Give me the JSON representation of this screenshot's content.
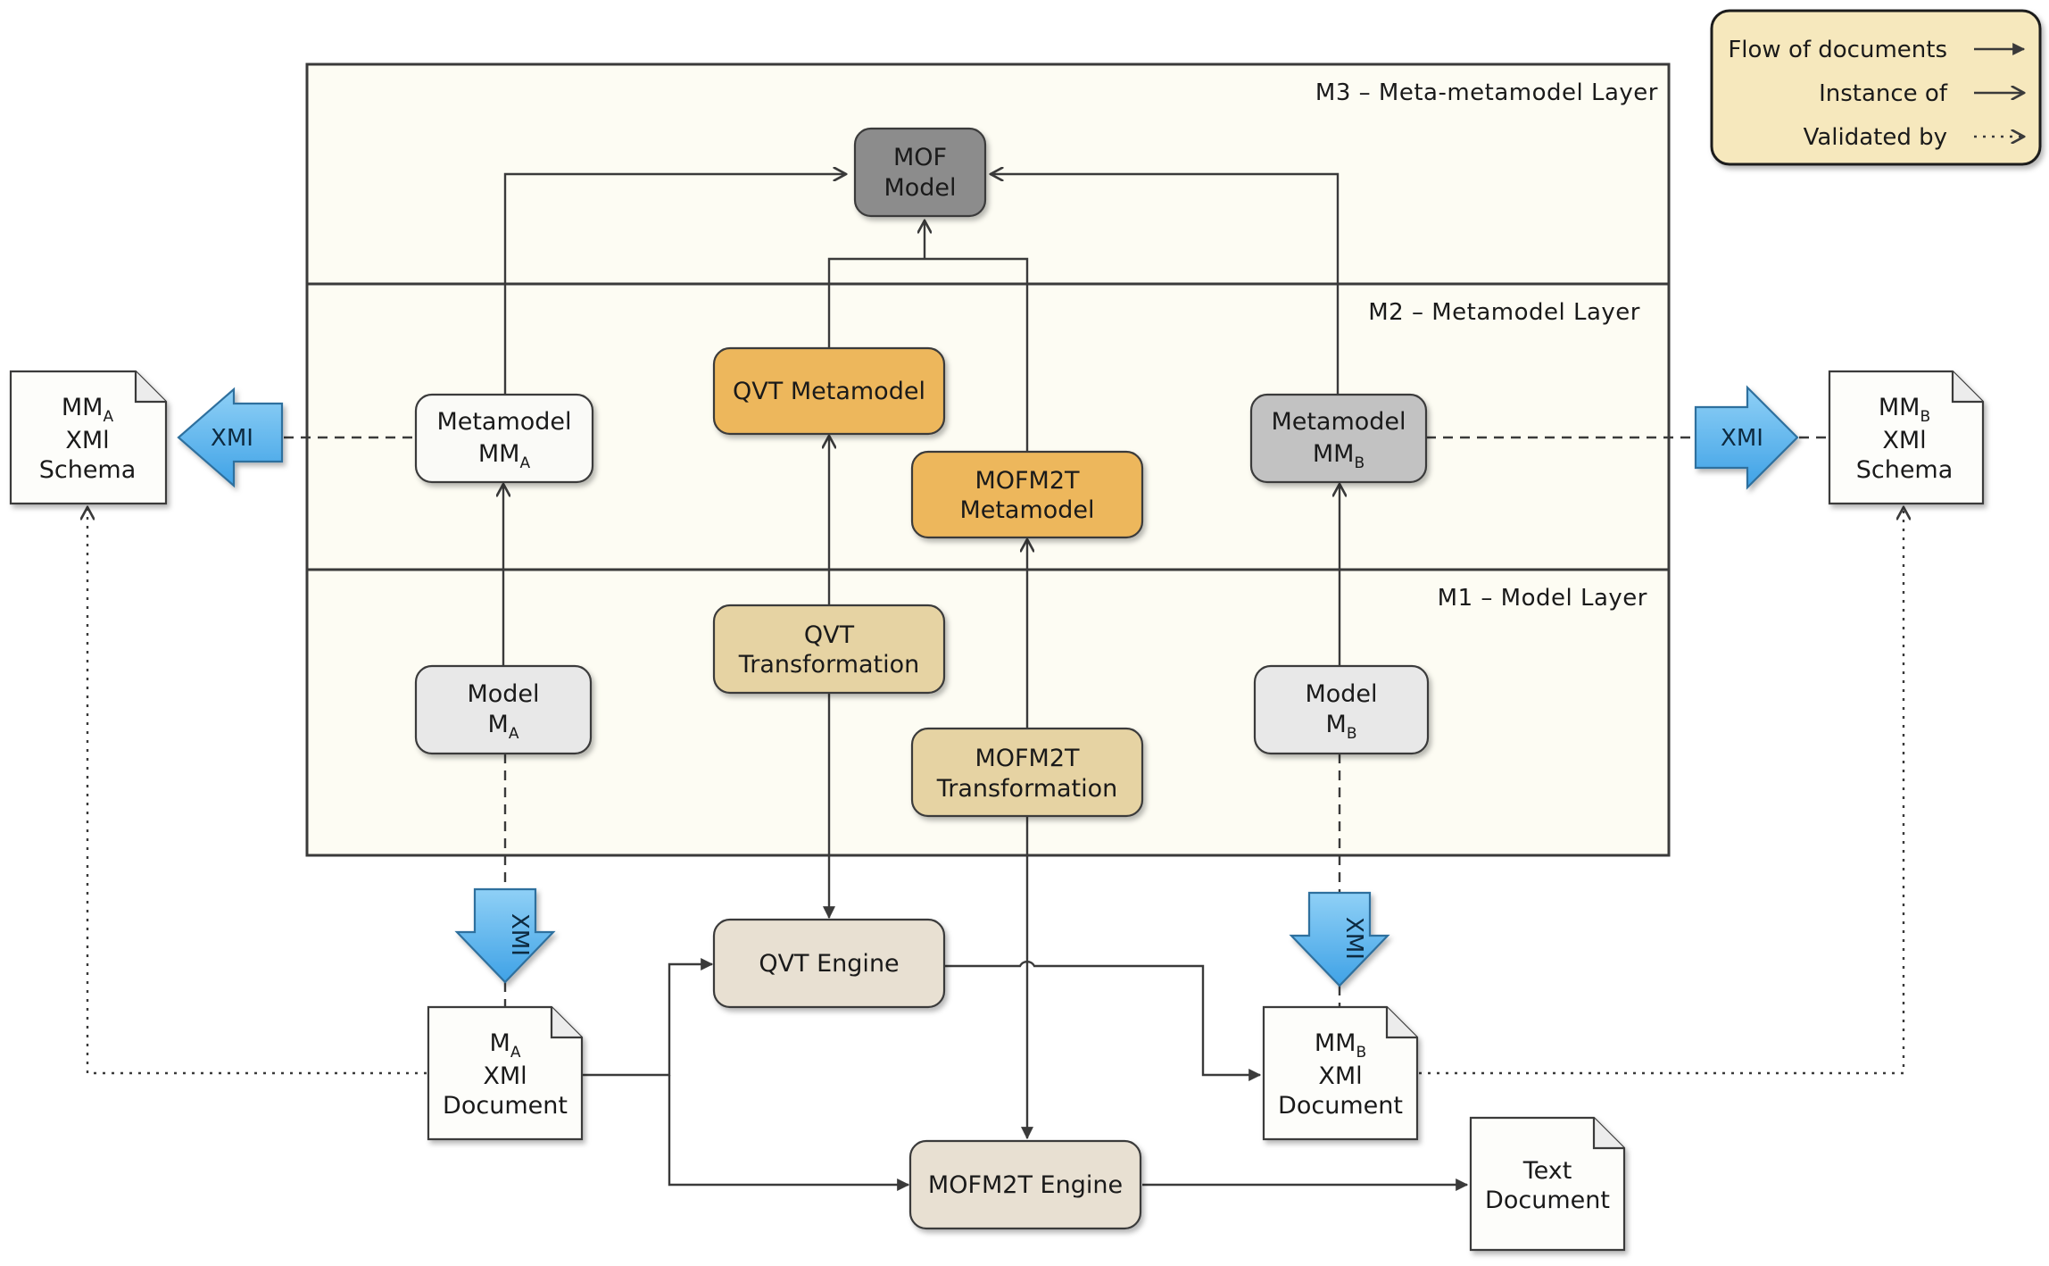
{
  "legend": {
    "flow": "Flow of documents",
    "instance": "Instance of",
    "validated": "Validated by"
  },
  "layers": {
    "m3": "M3 – Meta-metamodel Layer",
    "m2": "M2 – Metamodel Layer",
    "m1": "M1 – Model Layer"
  },
  "nodes": {
    "mof": [
      "MOF",
      "Model"
    ],
    "qvt_metamodel": "QVT Metamodel",
    "mofm2t_metamodel": [
      "MOFM2T",
      "Metamodel"
    ],
    "metamodel_a": {
      "line1": "Metamodel",
      "line2": "MM",
      "sub": "A"
    },
    "metamodel_b": {
      "line1": "Metamodel",
      "line2": "MM",
      "sub": "B"
    },
    "model_a": {
      "line1": "Model",
      "line2": "M",
      "sub": "A"
    },
    "model_b": {
      "line1": "Model",
      "line2": "M",
      "sub": "B"
    },
    "qvt_transformation": [
      "QVT",
      "Transformation"
    ],
    "mofm2t_transformation": [
      "MOFM2T",
      "Transformation"
    ],
    "qvt_engine": "QVT Engine",
    "mofm2t_engine": "MOFM2T Engine"
  },
  "documents": {
    "mma_schema": {
      "line1": "MM",
      "sub": "A",
      "line2": "XMl",
      "line3": "Schema"
    },
    "mmb_schema": {
      "line1": "MM",
      "sub": "B",
      "line2": "XMl",
      "line3": "Schema"
    },
    "ma_document": {
      "line1": "M",
      "sub": "A",
      "line2": "XMl",
      "line3": "Document"
    },
    "mmb_document": {
      "line1": "MM",
      "sub": "B",
      "line2": "XMl",
      "line3": "Document"
    },
    "text_document": [
      "Text",
      "Document"
    ]
  },
  "xmi_label": "XMI",
  "colors": {
    "layer_fill": "#fdfcf3",
    "legend_fill": "#f6e8bd",
    "orange": "#edb75c",
    "tan": "#e6d3a3",
    "engine": "#e8e0d2",
    "mof_grey": "#8c8c8c",
    "metamodel_b_grey": "#c2c2c2",
    "xmi_blue": "#5ab4ec"
  }
}
